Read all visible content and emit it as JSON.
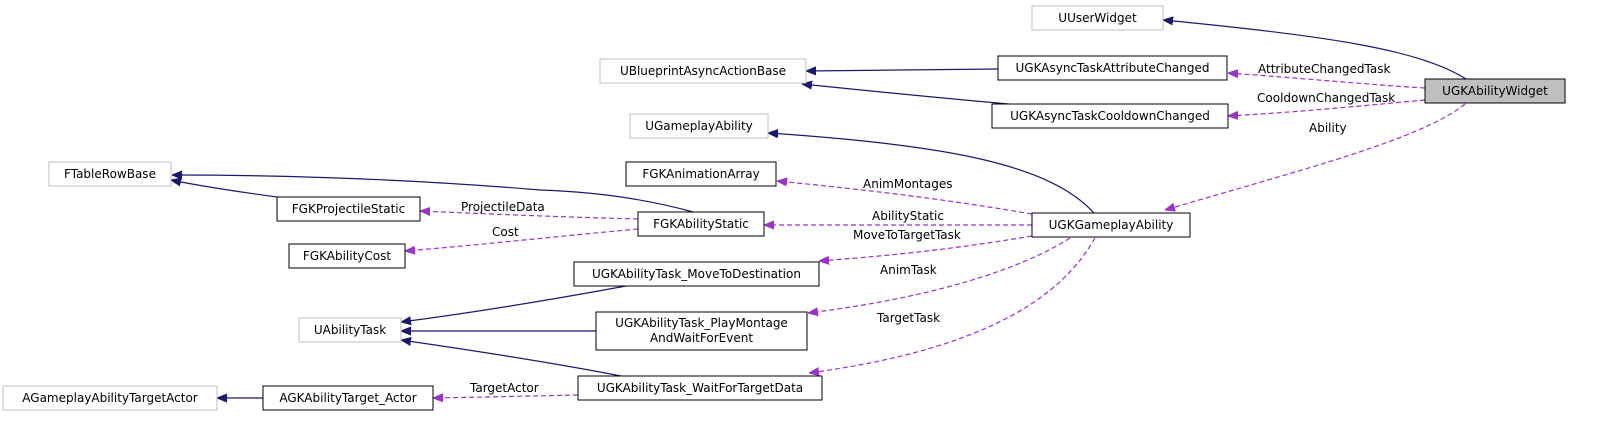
{
  "colors": {
    "inherit_edge": "#191970",
    "member_edge": "#9a32cd",
    "external_border": "#bfbfbf",
    "documented_border": "#000000",
    "focus_fill": "#bfbfbf",
    "node_fill": "#ffffff"
  },
  "nodes": {
    "uuserwidget": {
      "lines": [
        "UUserWidget"
      ],
      "kind": "external"
    },
    "ugkabilitywidget": {
      "lines": [
        "UGKAbilityWidget"
      ],
      "kind": "focus"
    },
    "ublueprintasyncactionbase": {
      "lines": [
        "UBlueprintAsyncActionBase"
      ],
      "kind": "external"
    },
    "ugkasynctaskattributechanged": {
      "lines": [
        "UGKAsyncTaskAttributeChanged"
      ],
      "kind": "documented"
    },
    "ugkasynctaskcooldownchanged": {
      "lines": [
        "UGKAsyncTaskCooldownChanged"
      ],
      "kind": "documented"
    },
    "ugameplayability": {
      "lines": [
        "UGameplayAbility"
      ],
      "kind": "external"
    },
    "ftablerowbase": {
      "lines": [
        "FTableRowBase"
      ],
      "kind": "external"
    },
    "fgkanimationarray": {
      "lines": [
        "FGKAnimationArray"
      ],
      "kind": "documented"
    },
    "fgkprojectilestatic": {
      "lines": [
        "FGKProjectileStatic"
      ],
      "kind": "documented"
    },
    "fgkabilitystatic": {
      "lines": [
        "FGKAbilityStatic"
      ],
      "kind": "documented"
    },
    "ugkgameplayability": {
      "lines": [
        "UGKGameplayAbility"
      ],
      "kind": "documented"
    },
    "fgkabilitycost": {
      "lines": [
        "FGKAbilityCost"
      ],
      "kind": "documented"
    },
    "ugkabilitytask_movetodestination": {
      "lines": [
        "UGKAbilityTask_MoveToDestination"
      ],
      "kind": "documented"
    },
    "uabilitytask": {
      "lines": [
        "UAbilityTask"
      ],
      "kind": "external"
    },
    "ugkabilitytask_playmontage": {
      "lines": [
        "UGKAbilityTask_PlayMontage",
        "AndWaitForEvent"
      ],
      "kind": "documented"
    },
    "agameplayabilitytargetactor": {
      "lines": [
        "AGameplayAbilityTargetActor"
      ],
      "kind": "external"
    },
    "agkabilitytarget_actor": {
      "lines": [
        "AGKAbilityTarget_Actor"
      ],
      "kind": "documented"
    },
    "ugkabilitytask_waitfortargetdata": {
      "lines": [
        "UGKAbilityTask_WaitForTargetData"
      ],
      "kind": "documented"
    }
  },
  "edges": [
    {
      "from": "ugkabilitywidget",
      "to": "uuserwidget",
      "type": "inherit",
      "label": ""
    },
    {
      "from": "ugkasynctaskattributechanged",
      "to": "ublueprintasyncactionbase",
      "type": "inherit",
      "label": ""
    },
    {
      "from": "ugkasynctaskcooldownchanged",
      "to": "ublueprintasyncactionbase",
      "type": "inherit",
      "label": ""
    },
    {
      "from": "ugkabilitywidget",
      "to": "ugkasynctaskattributechanged",
      "type": "member",
      "label": "AttributeChangedTask"
    },
    {
      "from": "ugkabilitywidget",
      "to": "ugkasynctaskcooldownchanged",
      "type": "member",
      "label": "CooldownChangedTask"
    },
    {
      "from": "ugkabilitywidget",
      "to": "ugkgameplayability",
      "type": "member",
      "label": "Ability"
    },
    {
      "from": "ugkgameplayability",
      "to": "ugameplayability",
      "type": "inherit",
      "label": ""
    },
    {
      "from": "ugkgameplayability",
      "to": "fgkanimationarray",
      "type": "member",
      "label": "AnimMontages"
    },
    {
      "from": "ugkgameplayability",
      "to": "fgkabilitystatic",
      "type": "member",
      "label": "AbilityStatic"
    },
    {
      "from": "ugkgameplayability",
      "to": "ugkabilitytask_movetodestination",
      "type": "member",
      "label": "MoveToTargetTask"
    },
    {
      "from": "ugkgameplayability",
      "to": "ugkabilitytask_playmontage",
      "type": "member",
      "label": "AnimTask"
    },
    {
      "from": "ugkgameplayability",
      "to": "ugkabilitytask_waitfortargetdata",
      "type": "member",
      "label": "TargetTask"
    },
    {
      "from": "fgkabilitystatic",
      "to": "ftablerowbase",
      "type": "inherit",
      "label": ""
    },
    {
      "from": "fgkprojectilestatic",
      "to": "ftablerowbase",
      "type": "inherit",
      "label": ""
    },
    {
      "from": "fgkabilitystatic",
      "to": "fgkprojectilestatic",
      "type": "member",
      "label": "ProjectileData"
    },
    {
      "from": "fgkabilitystatic",
      "to": "fgkabilitycost",
      "type": "member",
      "label": "Cost"
    },
    {
      "from": "ugkabilitytask_movetodestination",
      "to": "uabilitytask",
      "type": "inherit",
      "label": ""
    },
    {
      "from": "ugkabilitytask_playmontage",
      "to": "uabilitytask",
      "type": "inherit",
      "label": ""
    },
    {
      "from": "ugkabilitytask_waitfortargetdata",
      "to": "uabilitytask",
      "type": "inherit",
      "label": ""
    },
    {
      "from": "ugkabilitytask_waitfortargetdata",
      "to": "agkabilitytarget_actor",
      "type": "member",
      "label": "TargetActor"
    },
    {
      "from": "agkabilitytarget_actor",
      "to": "agameplayabilitytargetactor",
      "type": "inherit",
      "label": ""
    }
  ]
}
